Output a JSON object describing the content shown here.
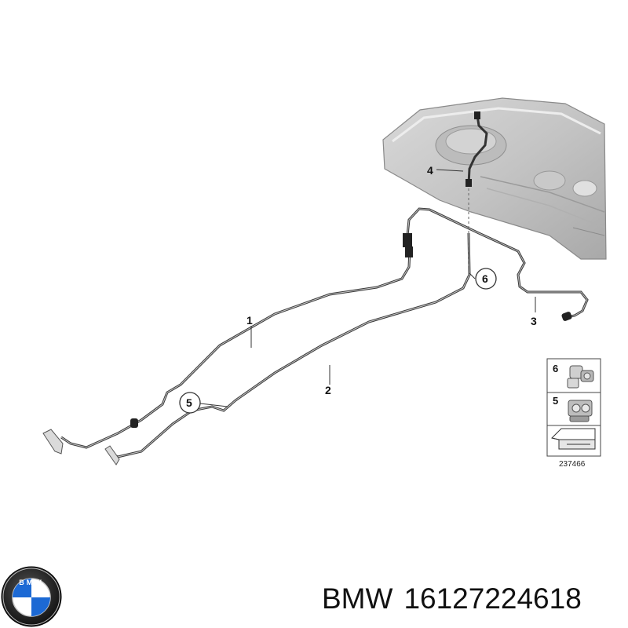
{
  "diagram": {
    "callouts": [
      "1",
      "2",
      "3",
      "4",
      "5",
      "6"
    ],
    "legend": [
      {
        "number": "6",
        "icon": "pipe-holder-icon"
      },
      {
        "number": "5",
        "icon": "double-pipe-clip-icon"
      }
    ],
    "legend_arrow_icon": "direction-arrow-icon",
    "diagram_number": "237466"
  },
  "brand": {
    "logo_letters": "BMW",
    "logo_colors": {
      "blue": "#1c69d4",
      "black": "#111111",
      "white": "#ffffff"
    }
  },
  "caption": {
    "brand": "BMW",
    "part_number": "16127224618"
  }
}
